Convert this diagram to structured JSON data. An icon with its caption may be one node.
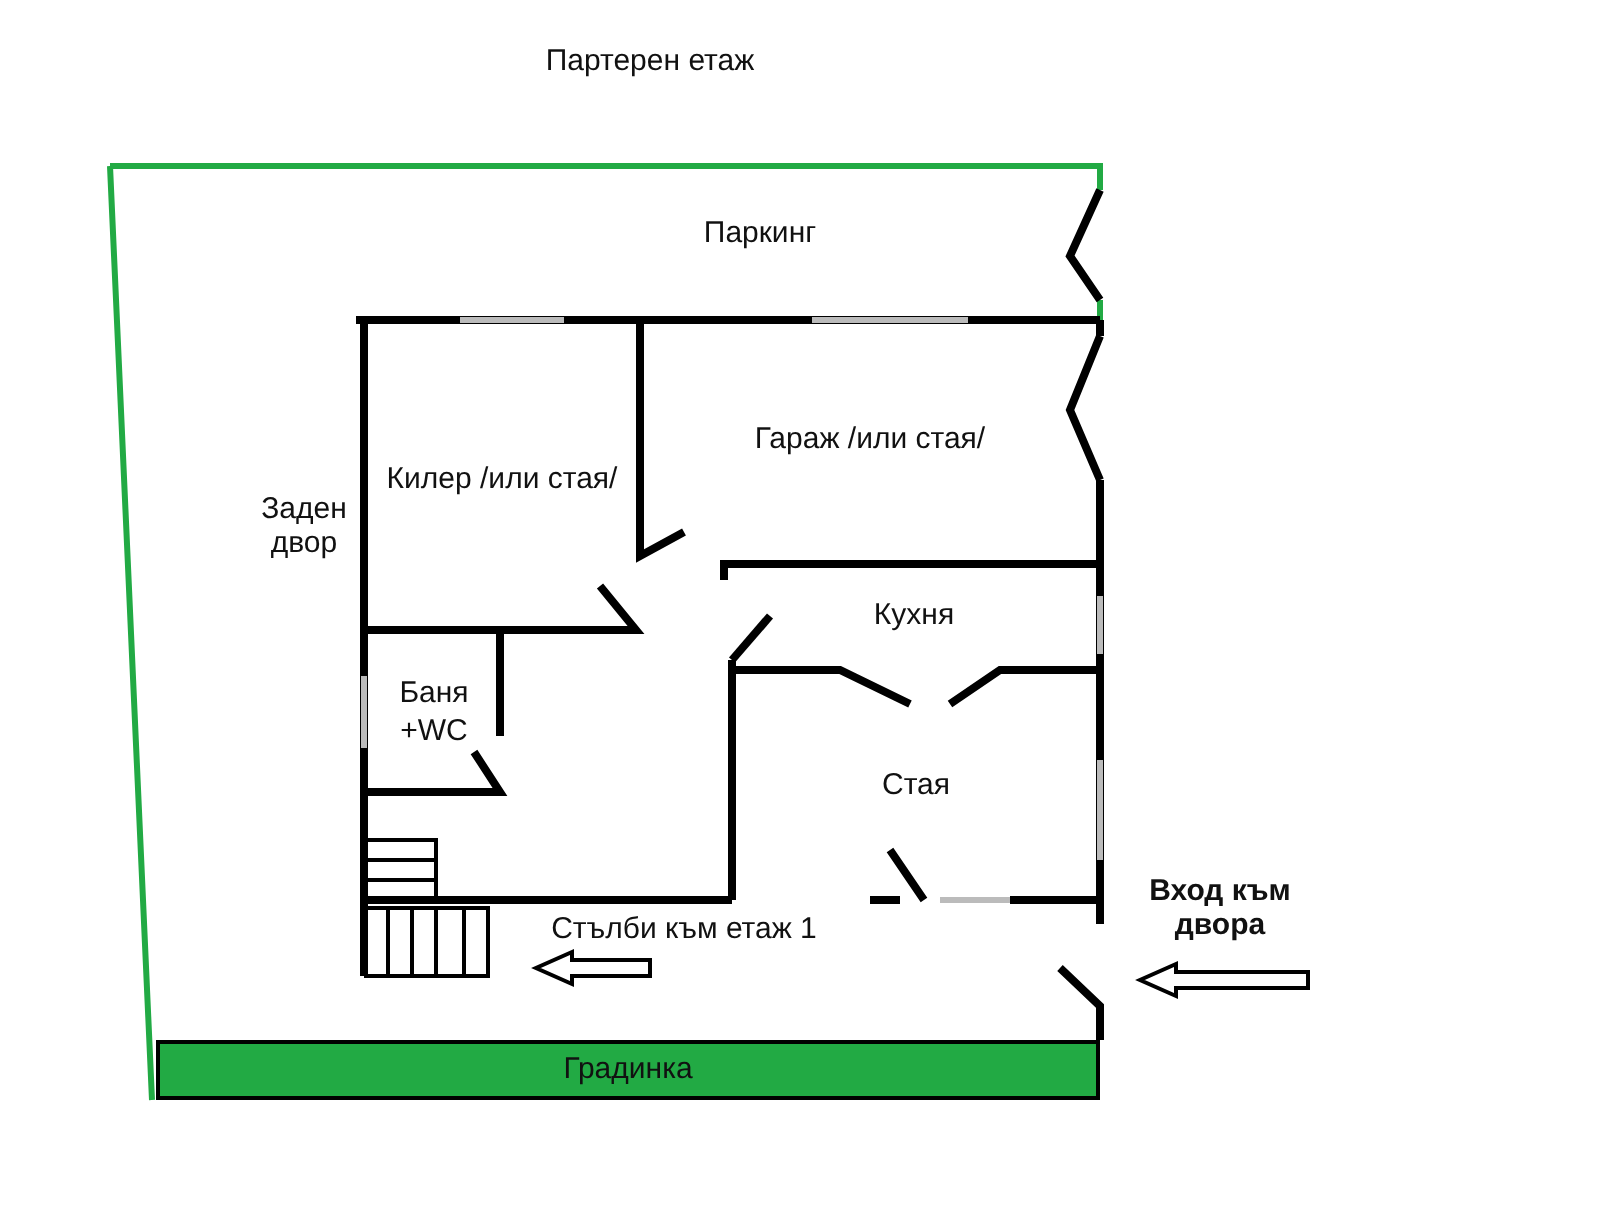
{
  "diagram": {
    "title": "Партерен етаж",
    "nodes": [
      {
        "text": [
          "Килер /или стая/"
        ]
      },
      {
        "text": [
          "Гараж /или стая/"
        ]
      },
      {
        "text": [
          "Кухня"
        ]
      },
      {
        "text": [
          "Баня +WC"
        ]
      },
      {
        "text": [
          "Стая"
        ]
      },
      {
        "text": [
          "Градинка"
        ]
      }
    ],
    "labels": [
      "Паркинг",
      "Заден двор",
      "Стълби към етаж 1",
      "Вход към двора"
    ]
  }
}
